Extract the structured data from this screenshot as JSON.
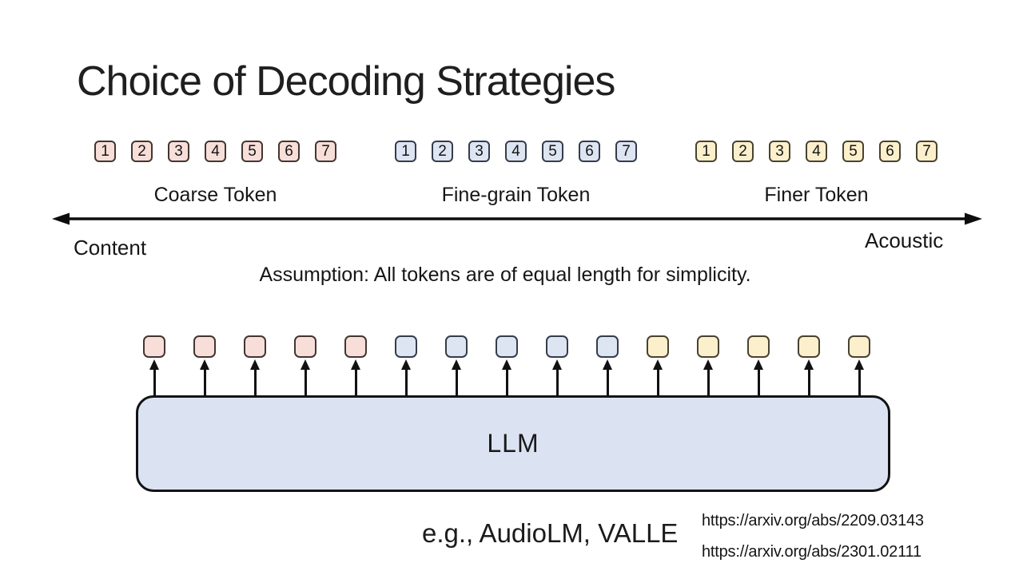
{
  "slide": {
    "title": "Choice of Decoding Strategies",
    "token_groups": [
      {
        "label": "Coarse Token",
        "numbers": [
          "1",
          "2",
          "3",
          "4",
          "5",
          "6",
          "7"
        ],
        "fill": "#F8DED9",
        "border": "#423631"
      },
      {
        "label": "Fine-grain Token",
        "numbers": [
          "1",
          "2",
          "3",
          "4",
          "5",
          "6",
          "7"
        ],
        "fill": "#DEE5F2",
        "border": "#353C4A"
      },
      {
        "label": "Finer Token",
        "numbers": [
          "1",
          "2",
          "3",
          "4",
          "5",
          "6",
          "7"
        ],
        "fill": "#FCF0CC",
        "border": "#494231"
      }
    ],
    "axis": {
      "left_label": "Content",
      "right_label": "Acoustic",
      "color": "#0d0d0d"
    },
    "assumption": "Assumption: All tokens are of equal length for simplicity.",
    "diagram": {
      "llm_label": "LLM",
      "llm_fill": "#DBE3F3",
      "llm_border": "#131313",
      "output_groups": [
        {
          "fill": "#F8DED9",
          "border": "#423631",
          "count": 5
        },
        {
          "fill": "#DEE5F2",
          "border": "#353C4A",
          "count": 5
        },
        {
          "fill": "#FCF0CC",
          "border": "#494231",
          "count": 5
        }
      ]
    },
    "caption": "e.g., AudioLM, VALLE",
    "references": [
      "https://arxiv.org/abs/2209.03143",
      "https://arxiv.org/abs/2301.02111"
    ]
  }
}
